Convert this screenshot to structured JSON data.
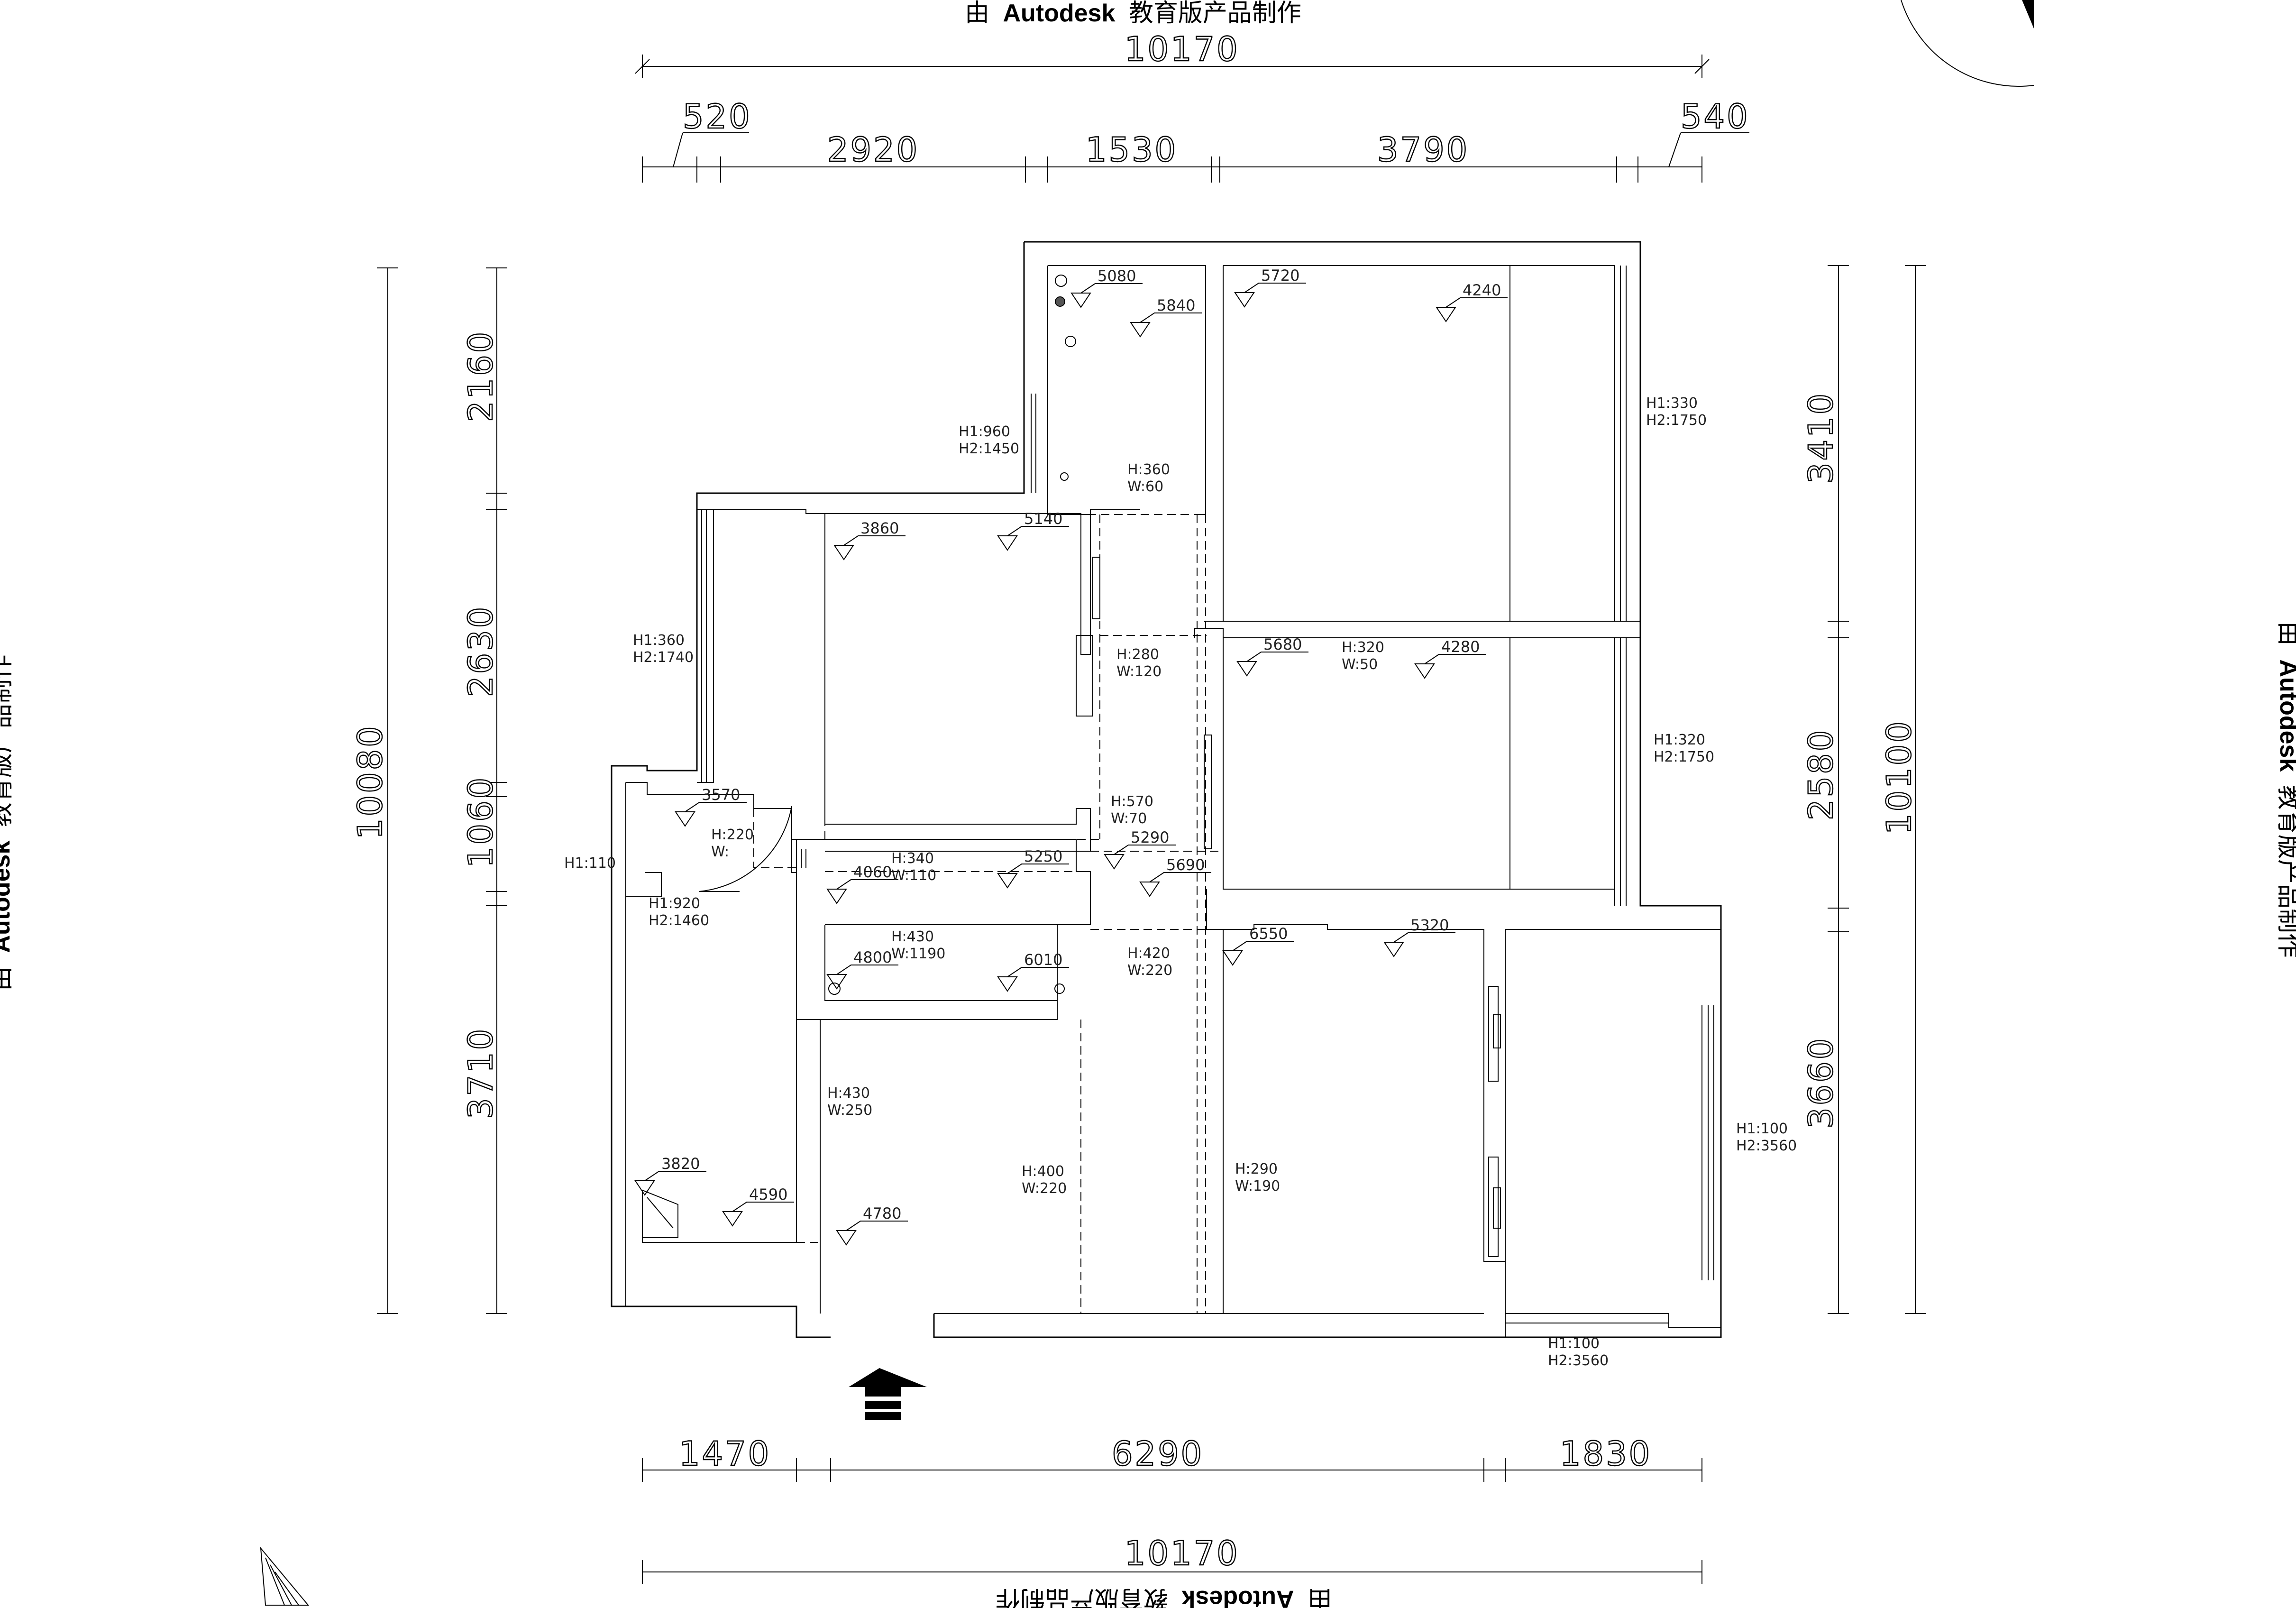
{
  "watermark": {
    "prefix": "由",
    "brand": "Autodesk",
    "suffix": "教育版产品制作"
  },
  "dimensions": {
    "top_total": "10170",
    "top_segments": [
      "520",
      "2920",
      "1530",
      "3790",
      "540"
    ],
    "bottom_segments": [
      "1470",
      "6290",
      "1830"
    ],
    "bottom_total": "10170",
    "left_total": "10080",
    "left_segments": [
      "2160",
      "2630",
      "1060",
      "3710"
    ],
    "right_total": "10100",
    "right_segments": [
      "3410",
      "2580",
      "3660"
    ]
  },
  "level_marks": [
    "5080",
    "5840",
    "5720",
    "4240",
    "3860",
    "5140",
    "5680",
    "4280",
    "3570",
    "4060",
    "5250",
    "5290",
    "5690",
    "4800",
    "6010",
    "6550",
    "5320",
    "3820",
    "4590",
    "4780"
  ],
  "annotations": [
    {
      "l1": "H1:960",
      "l2": "H2:1450"
    },
    {
      "l1": "H:360",
      "l2": "W:60"
    },
    {
      "l1": "H1:330",
      "l2": "H2:1750"
    },
    {
      "l1": "H1:360",
      "l2": "H2:1740"
    },
    {
      "l1": "H:280",
      "l2": "W:120"
    },
    {
      "l1": "H:320",
      "l2": "W:50"
    },
    {
      "l1": "H1:320",
      "l2": "H2:1750"
    },
    {
      "l1": "H:220",
      "l2": "W:"
    },
    {
      "l1": "H1:110",
      "l2": ""
    },
    {
      "l1": "H:340",
      "l2": "W:110"
    },
    {
      "l1": "H:570",
      "l2": "W:70"
    },
    {
      "l1": "H1:920",
      "l2": "H2:1460"
    },
    {
      "l1": "H:430",
      "l2": "W:1190"
    },
    {
      "l1": "H:420",
      "l2": "W:220"
    },
    {
      "l1": "H:430",
      "l2": "W:250"
    },
    {
      "l1": "H:400",
      "l2": "W:220"
    },
    {
      "l1": "H:290",
      "l2": "W:190"
    },
    {
      "l1": "H1:100",
      "l2": "H2:3560"
    },
    {
      "l1": "H1:100",
      "l2": "H2:3560"
    }
  ],
  "entrance": {
    "icon": "entry-arrow-icon"
  },
  "colors": {
    "line": "#000000",
    "background": "#ffffff"
  }
}
